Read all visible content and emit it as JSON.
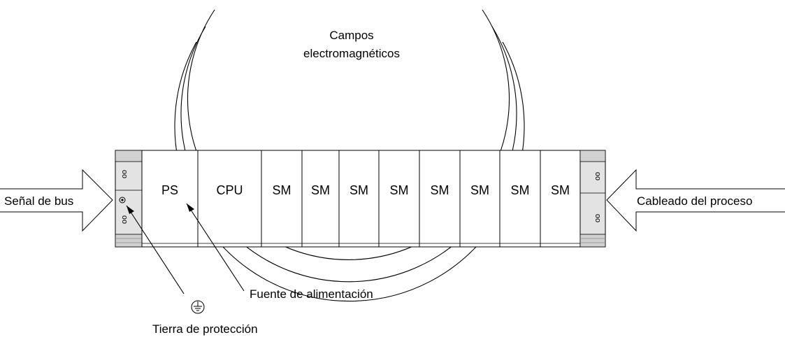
{
  "labels": {
    "fields_line1": "Campos",
    "fields_line2": "electromagnéticos",
    "bus_signal": "Señal de bus",
    "process_wiring": "Cableado del proceso",
    "power_supply": "Fuente de alimentación",
    "protective_earth": "Tierra de protección",
    "connector_mark": "oo"
  },
  "modules": [
    "PS",
    "CPU",
    "SM",
    "SM",
    "SM",
    "SM",
    "SM",
    "SM",
    "SM",
    "SM"
  ],
  "icons": {
    "earth": "protective-earth-icon",
    "screw": "screw-icon"
  }
}
